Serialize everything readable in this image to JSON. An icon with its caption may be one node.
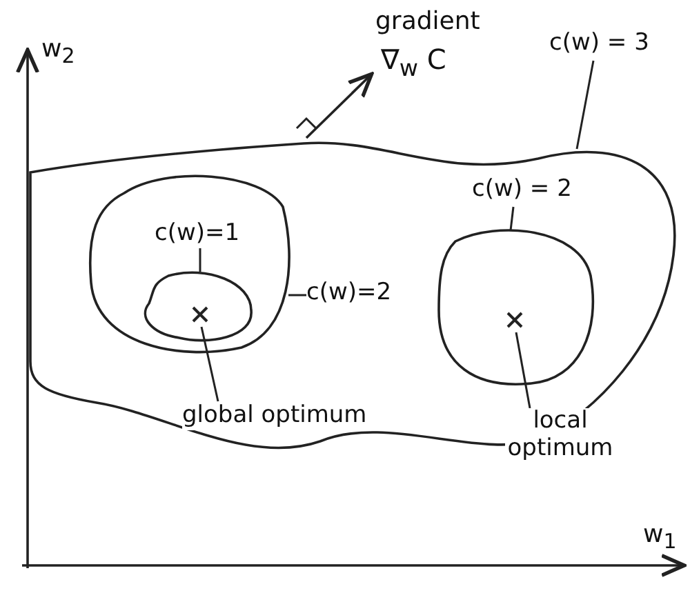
{
  "diagram": {
    "nodes": [
      {
        "text": [],
        "shape": "cloud"
      },
      {
        "text": [],
        "shape": "cloud",
        "in": 0
      },
      {
        "text": [],
        "shape": "cloud",
        "in": 1
      },
      {
        "text": [],
        "shape": "cloud",
        "in": 0
      },
      {
        "text": [],
        "shape": "cross",
        "in": 2
      },
      {
        "text": [],
        "shape": "cross",
        "in": 3
      },
      {
        "text": [
          "c(w) = 3"
        ]
      },
      {
        "text": [
          "c(w)=1"
        ],
        "in": 1
      },
      {
        "text": [
          "c(w)=2"
        ],
        "in": 0
      },
      {
        "text": [
          "c(w) = 2"
        ],
        "in": 0
      },
      {
        "text": [
          "global optimum"
        ],
        "in": 0
      },
      {
        "text": [
          "local optimum"
        ]
      }
    ],
    "edges": [
      {
        "from": 6,
        "to": 0,
        "arrow": "none"
      },
      {
        "from": 7,
        "to": 2,
        "arrow": "none"
      },
      {
        "from": 8,
        "to": 1,
        "arrow": "none"
      },
      {
        "from": 9,
        "to": 3,
        "arrow": "none"
      },
      {
        "from": 10,
        "to": 4,
        "arrow": "none"
      },
      {
        "from": 11,
        "to": 5,
        "arrow": "none"
      }
    ],
    "labels": [
      "w$_{2}$",
      "gradient",
      "∇$_{w}$ C",
      "w$_{1}$"
    ]
  }
}
